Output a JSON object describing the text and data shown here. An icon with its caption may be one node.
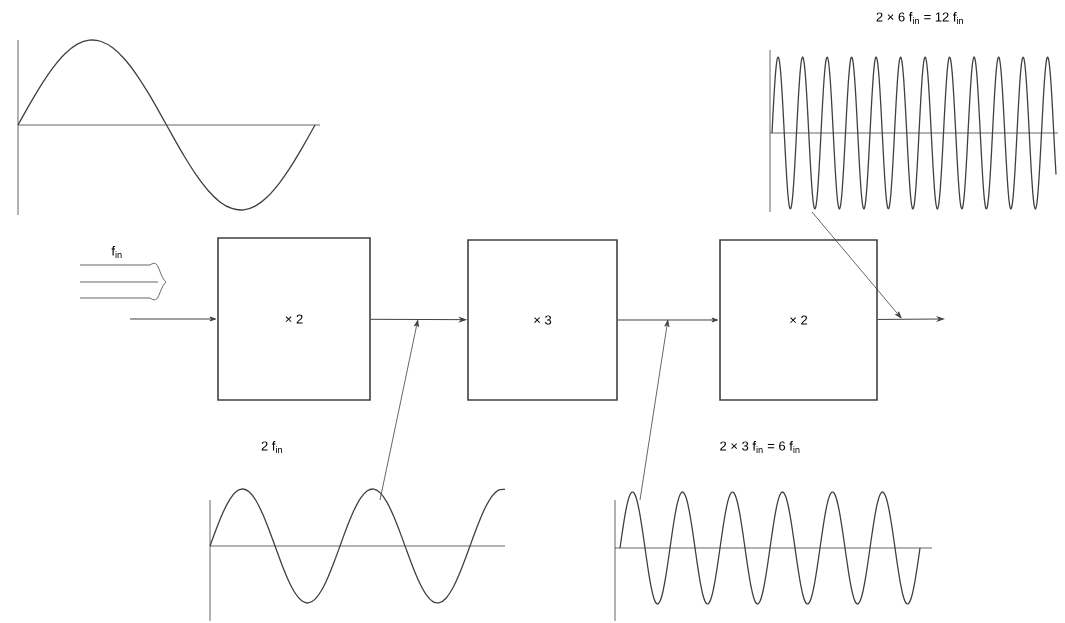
{
  "diagram": {
    "nodes": [
      {
        "text": [
          "× 2"
        ]
      },
      {
        "text": [
          "× 3"
        ]
      },
      {
        "text": [
          "× 2"
        ]
      },
      {
        "text": [],
        "shape": "picture"
      },
      {
        "text": [
          "2 f$_{in}$"
        ]
      },
      {
        "text": [
          "2 × 3 f$_{in}$ = 6 f$_{in}$"
        ]
      },
      {
        "text": [
          "2 × 6 f$_{in}$ = 12 f$_{in}$"
        ]
      }
    ],
    "edges": [
      {
        "from": null,
        "to": 0,
        "arrow": "to"
      },
      {
        "from": 0,
        "to": 1,
        "arrow": "to"
      },
      {
        "from": 1,
        "to": 2,
        "arrow": "to"
      },
      {
        "from": 2,
        "to": null,
        "arrow": "to"
      },
      {
        "from": 4,
        "to": null,
        "arrow": "to"
      },
      {
        "from": 5,
        "to": null,
        "arrow": "to"
      },
      {
        "from": 6,
        "to": null,
        "arrow": "to"
      }
    ],
    "labels": [
      "f$_{in}$"
    ]
  }
}
